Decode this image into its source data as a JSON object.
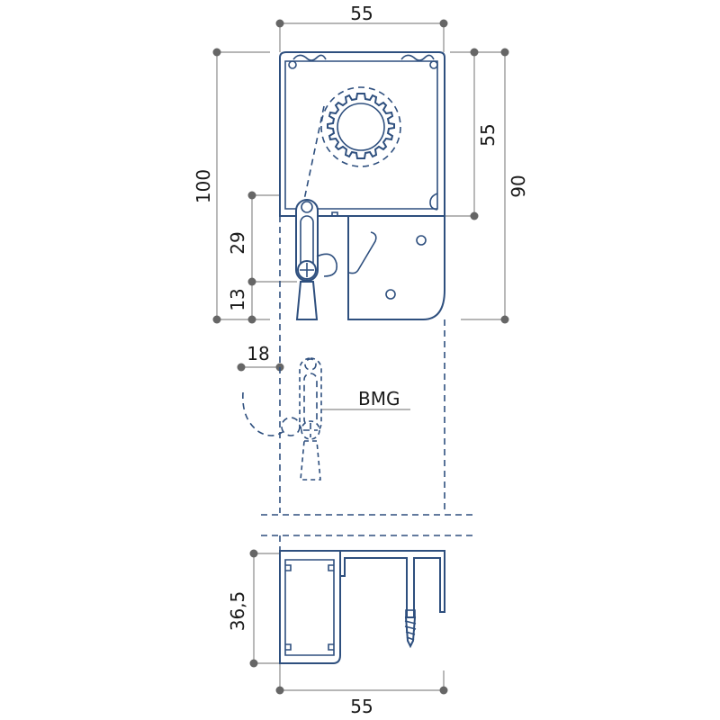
{
  "dimensions": {
    "top_width": "55",
    "bottom_width": "55",
    "height_left": "100",
    "height_right": "90",
    "right_inner": "55",
    "left_29": "29",
    "left_13": "13",
    "offset_18": "18",
    "rail_height": "36,5"
  },
  "labels": {
    "bmg": "BMG"
  },
  "colors": {
    "profile": "#2e4f7e",
    "dimension_line": "#8a8a8a",
    "dimension_dot": "#666666"
  }
}
